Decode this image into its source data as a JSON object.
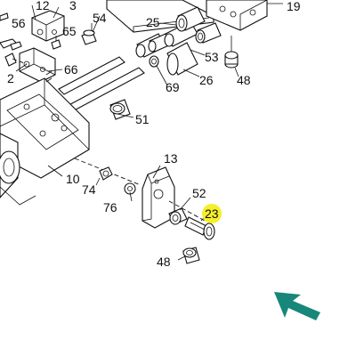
{
  "colors": {
    "highlight": "#f5ef2a",
    "arrow": "#17877a",
    "ink": "#111111"
  },
  "callouts": {
    "c12": "12",
    "c3": "3",
    "c54": "54",
    "c56": "56",
    "c65": "65",
    "c25": "25",
    "c19": "19",
    "c53": "53",
    "c66": "66",
    "c2": "2",
    "c69": "69",
    "c26": "26",
    "c48a": "48",
    "c51": "51",
    "c13": "13",
    "c10": "10",
    "c74": "74",
    "c76": "76",
    "c52": "52",
    "c23": "23",
    "c48b": "48"
  },
  "highlighted_part": "23",
  "nav_icon": "arrow-up-left-icon"
}
